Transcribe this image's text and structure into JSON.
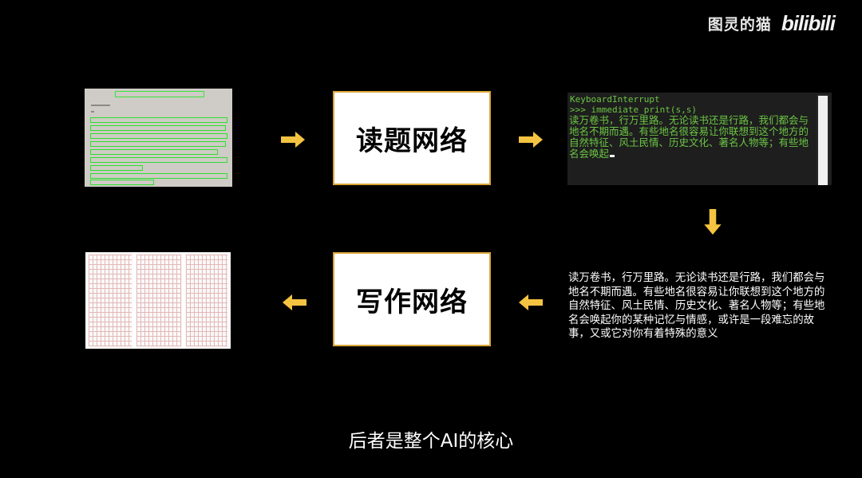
{
  "watermark": {
    "author": "图灵的猫",
    "logo": "bilibili"
  },
  "flow": {
    "read_network_label": "读题网络",
    "write_network_label": "写作网络"
  },
  "terminal": {
    "line1": "KeyboardInterrupt",
    "line2": ">>> immediate_print(s,s)",
    "output": "读万卷书，行万里路。无论读书还是行路，我们都会与地名不期而遇。有些地名很容易让你联想到这个地方的自然特征、风土民情、历史文化、著名人物等；有些地名会唤起"
  },
  "result_text": "读万卷书，行万里路。无论读书还是行路，我们都会与地名不期而遇。有些地名很容易让你联想到这个地方的自然特征、风土民情、历史文化、著名人物等；有些地名会唤起你的某种记忆与情感，或许是一段难忘的故事，又或它对你有着特殊的意义",
  "subtitle": "后者是整个AI的核心",
  "colors": {
    "arrow": "#f5c342",
    "box_border": "#d9a436",
    "terminal_text": "#6cc644",
    "detection_box": "#2fe02f"
  }
}
